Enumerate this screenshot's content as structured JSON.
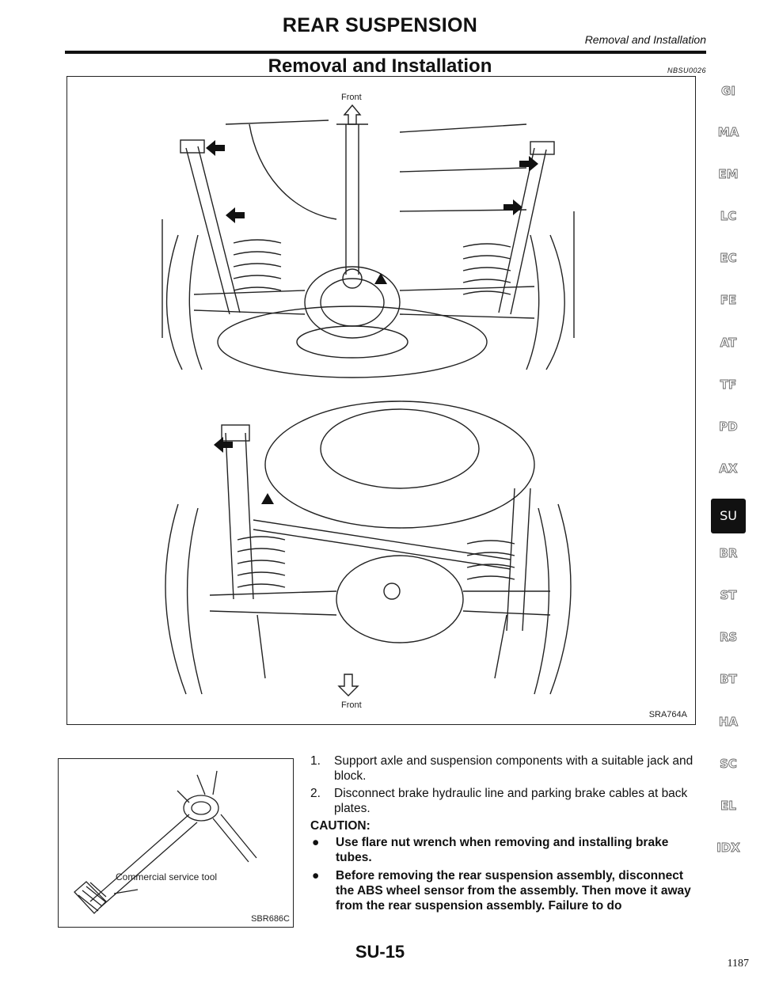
{
  "header": {
    "section_title": "REAR SUSPENSION",
    "subtitle": "Removal and Installation"
  },
  "page_heading": "Removal and Installation",
  "doc_code": "NBSU0026",
  "figure": {
    "label_front_top": "Front",
    "label_front_bottom": "Front",
    "id": "SRA764A"
  },
  "side_tabs": [
    {
      "label": "GI"
    },
    {
      "label": "MA"
    },
    {
      "label": "EM"
    },
    {
      "label": "LC"
    },
    {
      "label": "EC"
    },
    {
      "label": "FE"
    },
    {
      "label": "AT"
    },
    {
      "label": "TF"
    },
    {
      "label": "PD"
    },
    {
      "label": "AX"
    },
    {
      "label": "SU",
      "active": true
    },
    {
      "label": "BR"
    },
    {
      "label": "ST"
    },
    {
      "label": "RS"
    },
    {
      "label": "BT"
    },
    {
      "label": "HA"
    },
    {
      "label": "SC"
    },
    {
      "label": "EL"
    },
    {
      "label": "IDX"
    }
  ],
  "tool_figure": {
    "label": "Commercial service tool",
    "id": "SBR686C"
  },
  "instructions": {
    "steps": [
      {
        "num": "1.",
        "text": "Support axle and suspension components with a suitable jack and block."
      },
      {
        "num": "2.",
        "text": "Disconnect brake hydraulic line and parking brake cables at back plates."
      }
    ],
    "caution_label": "CAUTION:",
    "cautions": [
      "Use flare nut wrench when removing and installing brake tubes.",
      "Before removing the rear suspension assembly, disconnect the ABS wheel sensor from the assembly. Then move it away from the rear suspension assembly. Failure to do"
    ]
  },
  "page_number": "SU-15",
  "corner_number": "1187"
}
